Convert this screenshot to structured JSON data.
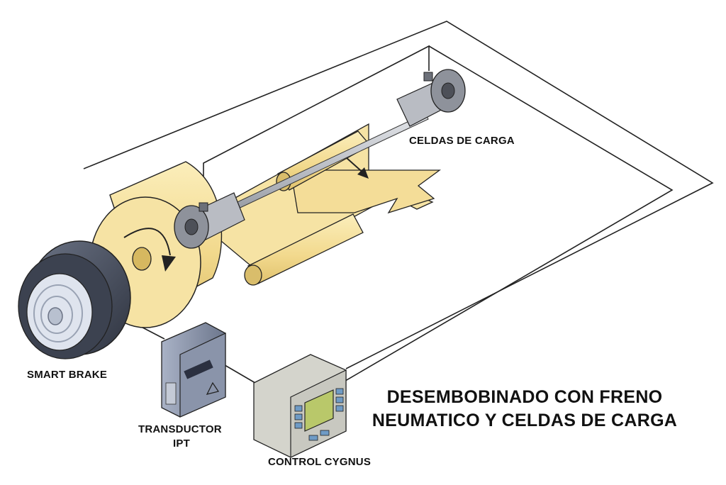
{
  "labels": {
    "load_cells": "CELDAS DE CARGA",
    "smart_brake": "SMART BRAKE",
    "transducer_line1": "TRANSDUCTOR",
    "transducer_line2": "IPT",
    "control": "CONTROL CYGNUS"
  },
  "title": {
    "line1": "DESEMBOBINADO CON FRENO",
    "line2": "NEUMATICO Y CELDAS DE CARGA"
  },
  "colors": {
    "paper": "#f6e3a4",
    "paper_shade": "#e2c270",
    "metal": "#b9bcc3",
    "metal_dark": "#6c7079",
    "brake": "#4b5261",
    "brake_face": "#dfe4ee",
    "box": "#8a94aa",
    "control_body": "#d4d4cc",
    "screen": "#b9c86a",
    "keys": "#6f9bc5",
    "wire": "#222222"
  },
  "icons": [
    "arrow-icon",
    "warning-icon"
  ]
}
